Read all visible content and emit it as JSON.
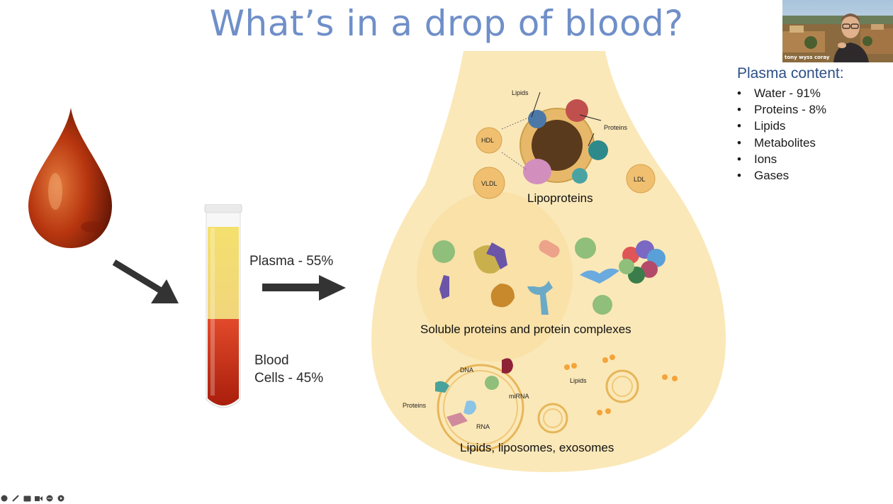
{
  "slide": {
    "title": "What’s in a drop of blood?",
    "plasma_label": "Plasma - 55%",
    "cells_label_line1": "Blood",
    "cells_label_line2": "Cells - 45%"
  },
  "plasma_content": {
    "heading": "Plasma content:",
    "items": [
      "Water - 91%",
      "Proteins - 8%",
      "Lipids",
      "Metabolites",
      "Ions",
      "Gases"
    ]
  },
  "drop_panel": {
    "lipoproteins_label": "Lipoproteins",
    "soluble_label": "Soluble proteins and protein complexes",
    "lipids_label": "Lipids, liposomes, exosomes",
    "small_labels": {
      "lipids": "Lipids",
      "proteins": "Proteins",
      "hdl": "HDL",
      "vldl": "VLDL",
      "ldl": "LDL",
      "dna": "DNA",
      "mirna": "miRNA",
      "rna": "RNA",
      "proteins2": "Proteins",
      "lipids2": "Lipids"
    }
  },
  "video": {
    "participant_name": "tony wyss coray"
  },
  "toolbar": {
    "icons": [
      "pointer-icon",
      "pen-icon",
      "captions-icon",
      "camera-icon",
      "more-icon",
      "next-icon"
    ]
  },
  "colors": {
    "title": "#6f8fc8",
    "drop_panel_bg": "#fbe8b8",
    "plasma_heading": "#2d4f86",
    "blood": "#b8360f"
  }
}
